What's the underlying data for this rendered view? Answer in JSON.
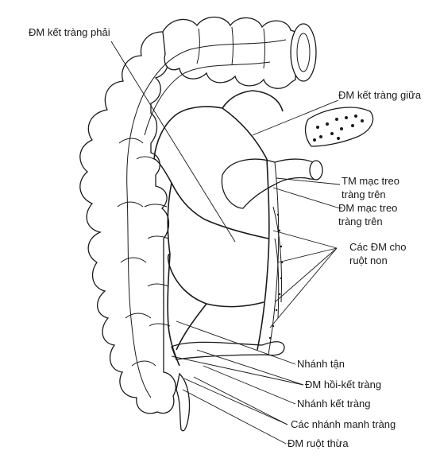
{
  "labels": {
    "right_colic_artery": "ĐM kết tràng phải",
    "middle_colic_artery": "ĐM kết tràng giữa",
    "superior_mesenteric_vein_l1": "TM mạc treo",
    "superior_mesenteric_vein_l2": "tràng trên",
    "superior_mesenteric_artery_l1": "ĐM mạc treo",
    "superior_mesenteric_artery_l2": "tràng trên",
    "small_intestine_arteries_l1": "Các ĐM cho",
    "small_intestine_arteries_l2": "ruột non",
    "terminal_branch": "Nhánh tận",
    "ileocolic_artery": "ĐM hồi-kết tràng",
    "colic_branch": "Nhánh kết tràng",
    "cecal_branches": "Các nhánh manh tràng",
    "appendicular_artery": "ĐM ruột thừa"
  }
}
